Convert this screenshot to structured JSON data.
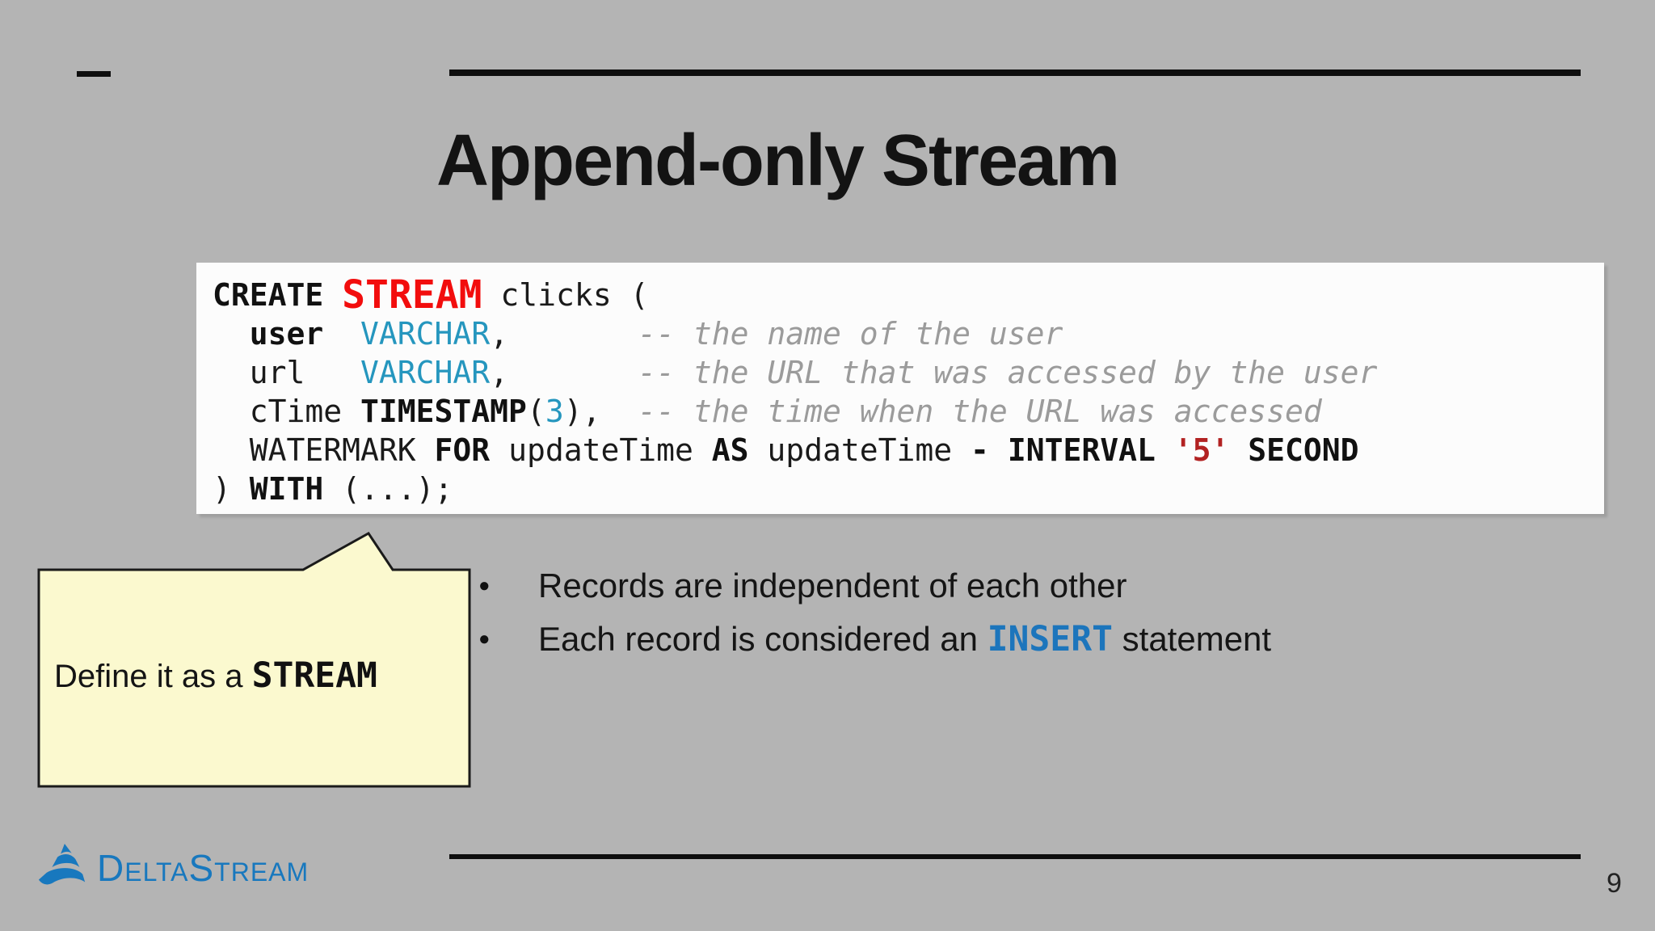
{
  "slide": {
    "title": "Append-only Stream",
    "page_number": "9"
  },
  "code_block": {
    "lines": [
      [
        [
          "CREATE ",
          "kw"
        ],
        [
          "STREAM",
          "stream"
        ],
        [
          " clicks (",
          "plain"
        ]
      ],
      [
        [
          "  ",
          "plain"
        ],
        [
          "user",
          "kw"
        ],
        [
          "  ",
          "plain"
        ],
        [
          "VARCHAR",
          "type"
        ],
        [
          ",       ",
          "plain"
        ],
        [
          "-- the name of the user",
          "cmt"
        ]
      ],
      [
        [
          "  url   ",
          "plain"
        ],
        [
          "VARCHAR",
          "type"
        ],
        [
          ",       ",
          "plain"
        ],
        [
          "-- the URL that was accessed by the user",
          "cmt"
        ]
      ],
      [
        [
          "  cTime ",
          "plain"
        ],
        [
          "TIMESTAMP",
          "kw"
        ],
        [
          "(",
          "plain"
        ],
        [
          "3",
          "num"
        ],
        [
          "),",
          "plain"
        ],
        [
          "  ",
          "plain"
        ],
        [
          "-- the time when the URL was accessed",
          "cmt"
        ]
      ],
      [
        [
          "  WATERMARK ",
          "plain"
        ],
        [
          "FOR",
          "kw"
        ],
        [
          " updateTime ",
          "plain"
        ],
        [
          "AS",
          "kw"
        ],
        [
          " updateTime ",
          "plain"
        ],
        [
          "-",
          "kw"
        ],
        [
          " ",
          "plain"
        ],
        [
          "INTERVAL",
          "kw"
        ],
        [
          " ",
          "plain"
        ],
        [
          "'5'",
          "str"
        ],
        [
          " ",
          "plain"
        ],
        [
          "SECOND",
          "kw"
        ]
      ],
      [
        [
          ") ",
          "plain"
        ],
        [
          "WITH",
          "kw"
        ],
        [
          " (...);",
          "plain"
        ]
      ]
    ]
  },
  "bullet_marker": "●",
  "bullets": [
    {
      "segments": [
        [
          "Records are independent of each other",
          "text"
        ]
      ]
    },
    {
      "segments": [
        [
          "Each record is considered an ",
          "text"
        ],
        [
          "INSERT",
          "sqlcode"
        ],
        [
          " statement",
          "text"
        ]
      ]
    }
  ],
  "callout": {
    "prefix": "Define it as a ",
    "keyword": "STREAM"
  },
  "logo": {
    "text": "DeltaStream"
  },
  "colors": {
    "background": "#b4b4b4",
    "keyword_red": "#f20d0d",
    "string_red": "#b22222",
    "type_teal": "#2596be",
    "comment_gray": "#9b9b9b",
    "insert_blue": "#1c75bc",
    "callout_yellow": "#fbf9cf",
    "logo_blue": "#1878be"
  }
}
